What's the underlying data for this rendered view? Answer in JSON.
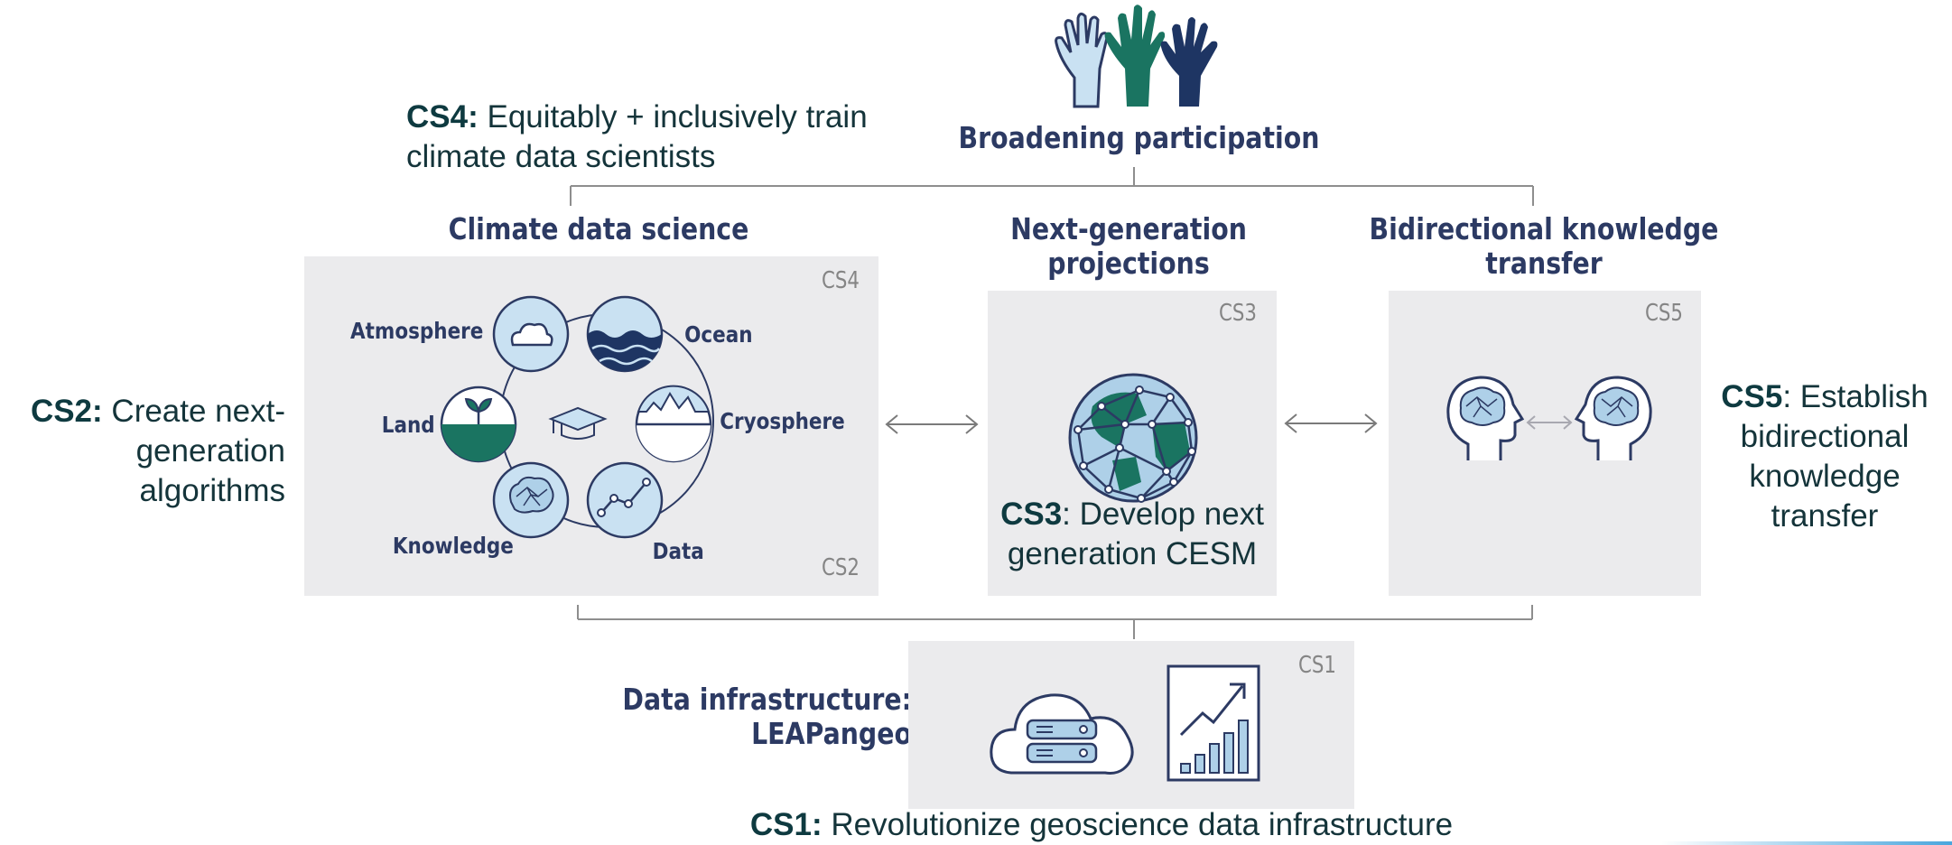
{
  "top": {
    "heading": "Broadening participation",
    "cs4_caption": {
      "code": "CS4:",
      "text": " Equitably + inclusively train climate data scientists"
    }
  },
  "climate_data_science": {
    "heading": "Climate data science",
    "tag_top": "CS4",
    "tag_bottom": "CS2",
    "nodes": [
      "Atmosphere",
      "Ocean",
      "Land",
      "Cryosphere",
      "Knowledge",
      "Data"
    ]
  },
  "next_generation": {
    "heading_line1": "Next-generation",
    "heading_line2": "projections",
    "tag": "CS3",
    "caption": {
      "code": "CS3",
      "text": ": Develop next generation CESM"
    }
  },
  "bidirectional": {
    "heading_line1": "Bidirectional knowledge",
    "heading_line2": "transfer",
    "tag": "CS5",
    "caption": {
      "code": "CS5",
      "text": ": Establish bidirectional knowledge transfer"
    }
  },
  "cs2_caption": {
    "code": "CS2:",
    "text": " Create next-generation algorithms"
  },
  "infrastructure": {
    "heading_line1": "Data infrastructure:",
    "heading_line2": "LEAPangeo",
    "tag": "CS1",
    "caption": {
      "code": "CS1:",
      "text": " Revolutionize geoscience data infrastructure"
    }
  },
  "colors": {
    "navy": "#2c3a63",
    "teal": "#1a7461",
    "light_blue": "#aed0e8",
    "panel": "#ebebed",
    "caption_text": "#14343a"
  }
}
